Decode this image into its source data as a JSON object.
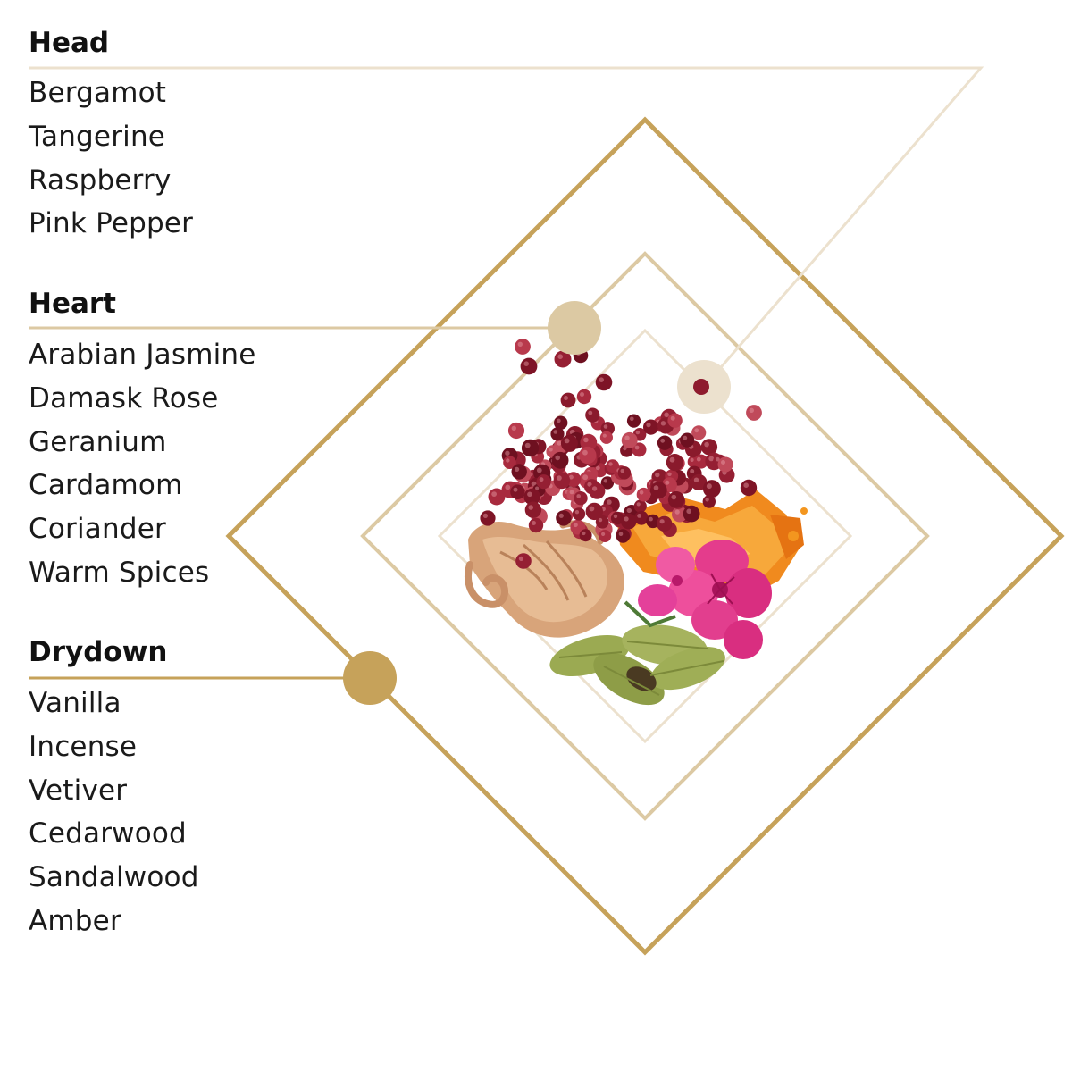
{
  "colors": {
    "gold": "#C6A25A",
    "gold_light": "#DCC9A3",
    "gold_pale": "#ECE1CE",
    "text": "#1A1A1A"
  },
  "sections": {
    "head": {
      "title": "Head",
      "notes": [
        "Bergamot",
        "Tangerine",
        "Raspberry",
        "Pink Pepper"
      ]
    },
    "heart": {
      "title": "Heart",
      "notes": [
        "Arabian Jasmine",
        "Damask Rose",
        "Geranium",
        "Cardamom",
        "Coriander",
        "Warm Spices"
      ]
    },
    "drydown": {
      "title": "Drydown",
      "notes": [
        "Vanilla",
        "Incense",
        "Vetiver",
        "Cedarwood",
        "Sandalwood",
        "Amber"
      ]
    }
  },
  "illustration": {
    "ingredients": [
      "pink-pepper-icon",
      "amber-resin-icon",
      "wood-shavings-icon",
      "geranium-flower-icon",
      "cardamom-pod-icon"
    ]
  }
}
